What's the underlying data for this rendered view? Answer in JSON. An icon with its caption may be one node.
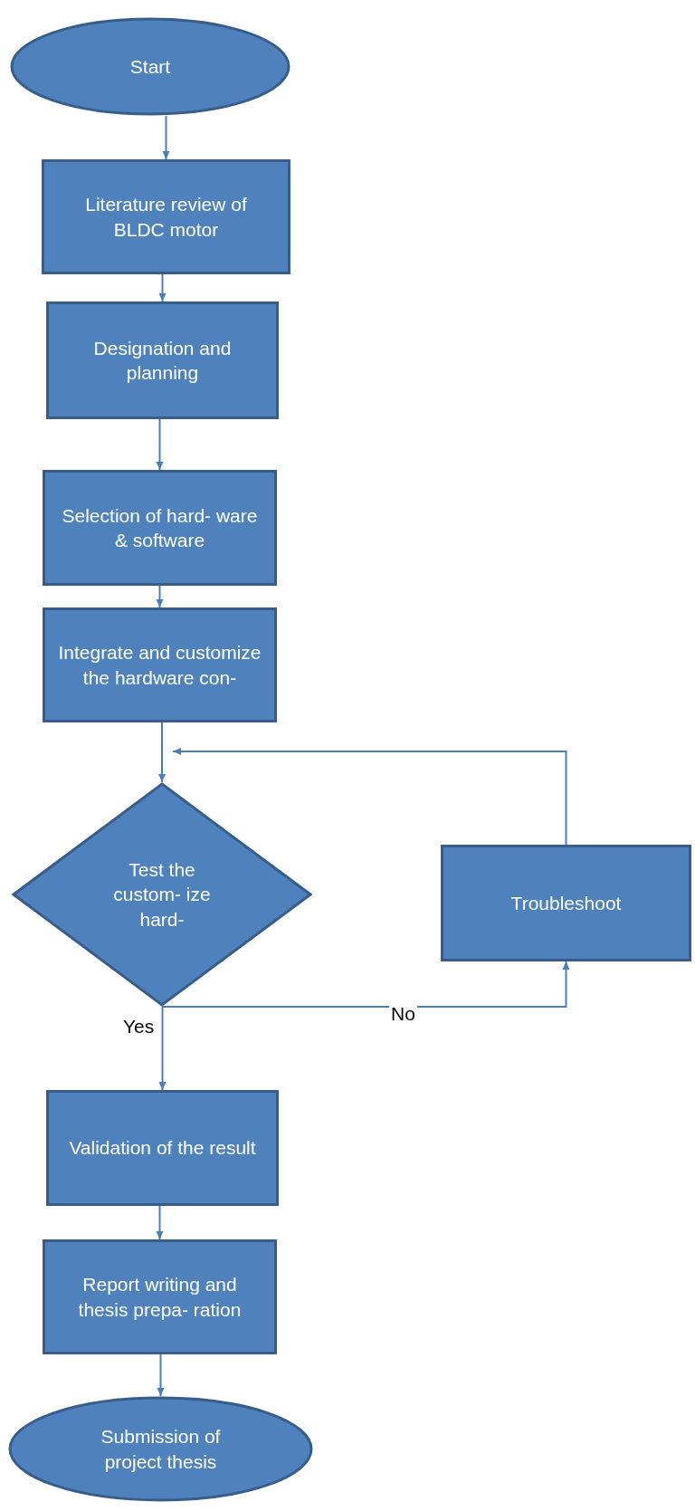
{
  "diagram": {
    "nodes": [
      {
        "text": [
          "Start"
        ]
      },
      {
        "text": [
          "Literature review of BLDC motor"
        ]
      },
      {
        "text": [
          "Designation and planning"
        ]
      },
      {
        "text": [
          "Selection of hard- ware & software"
        ]
      },
      {
        "text": [
          "Integrate and customize the hardware con-"
        ]
      },
      {
        "text": [
          "Test the custom- ize hard-"
        ]
      },
      {
        "text": [
          "Troubleshoot"
        ]
      },
      {
        "text": [
          "Validation of the result"
        ]
      },
      {
        "text": [
          "Report writing and thesis prepa- ration"
        ]
      },
      {
        "text": [
          "Submission of project thesis"
        ]
      }
    ],
    "edges": [
      {
        "from": 0,
        "to": 1,
        "arrow": "to"
      },
      {
        "from": 1,
        "to": 2,
        "arrow": "to"
      },
      {
        "from": 2,
        "to": 3,
        "arrow": "to"
      },
      {
        "from": 3,
        "to": 4,
        "arrow": "to"
      },
      {
        "from": 4,
        "to": 5,
        "arrow": "to"
      },
      {
        "from": 5,
        "to": 6,
        "arrow": "to",
        "label": "No"
      },
      {
        "from": 6,
        "to": 5,
        "arrow": "to"
      },
      {
        "from": 5,
        "to": 7,
        "arrow": "to",
        "label": "Yes"
      },
      {
        "from": 7,
        "to": 8,
        "arrow": "to"
      },
      {
        "from": 8,
        "to": 9,
        "arrow": "to"
      }
    ]
  }
}
